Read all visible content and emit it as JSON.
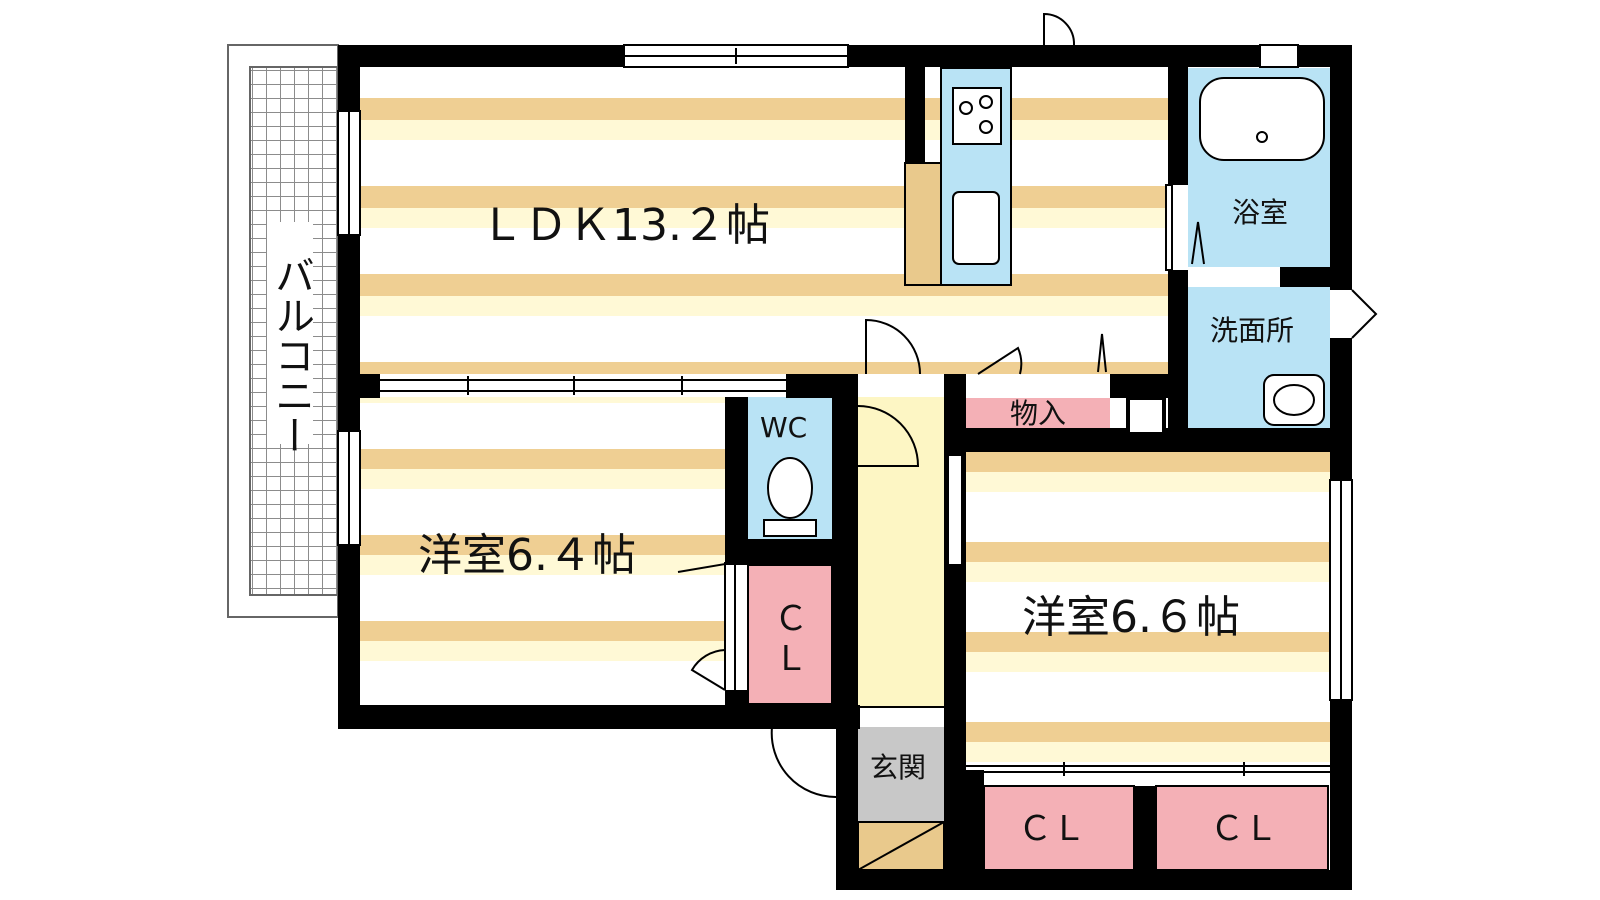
{
  "colors": {
    "wall": "#000000",
    "floor_stripe": "#efcf93",
    "floor_light": "#fff9d6",
    "floor_white": "#ffffff",
    "wet_area": "#b9e3f5",
    "closet": "#f4b0b6",
    "hall": "#fdf6c4",
    "genkan": "#c8c8c8",
    "shoe_box": "#e9c98c",
    "balcony_grid": "#9a9a9a",
    "counter": "#e9c98c"
  },
  "rooms": {
    "ldk": "ＬＤＫ13.２帖",
    "western_1": "洋室6.４帖",
    "western_2": "洋室6.６帖",
    "balcony": "バルコニー",
    "bath": "浴室",
    "washroom": "洗面所",
    "storage": "物入",
    "wc": "WC",
    "closet_1_top": "Ｃ",
    "closet_1_bottom": "Ｌ",
    "closet_2": "ＣＬ",
    "closet_3": "ＣＬ",
    "entrance": "玄関"
  },
  "icons": [
    "stove-icon",
    "sink-icon",
    "bathtub-icon",
    "toilet-icon",
    "wash-basin-icon"
  ]
}
